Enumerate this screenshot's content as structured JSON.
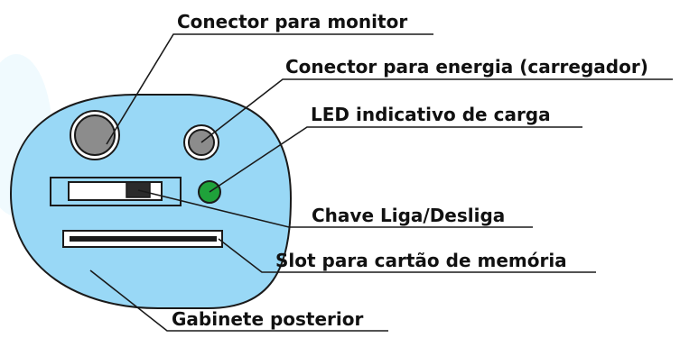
{
  "diagram": {
    "labels": {
      "monitor_connector": "Conector para monitor",
      "power_connector": "Conector para energia (carregador)",
      "charge_led": "LED indicativo de carga",
      "power_switch": "Chave Liga/Desliga",
      "memory_card_slot": "Slot para cartão de memória",
      "rear_housing": "Gabinete posterior"
    },
    "colors": {
      "housing_fill": "#99d8f6",
      "housing_stroke": "#1a1a1a",
      "connector_fill": "#8c8c8c",
      "led_fill": "#1fa23a",
      "leader_line": "#1a1a1a",
      "slot_fill": "#1a1a1a",
      "switch_knob": "#2b2b2b"
    }
  }
}
